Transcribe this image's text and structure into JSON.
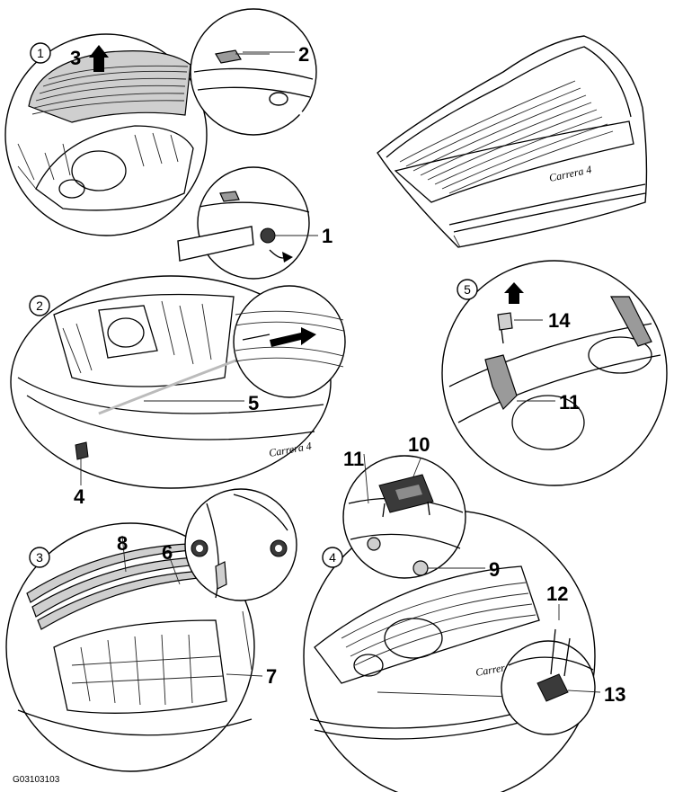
{
  "figure": {
    "reference_code": "G03103103",
    "step_markers": [
      "1",
      "2",
      "3",
      "4",
      "5"
    ],
    "callouts": [
      "1",
      "2",
      "3",
      "4",
      "5",
      "6",
      "7",
      "8",
      "9",
      "10",
      "11",
      "11",
      "12",
      "13",
      "14"
    ],
    "badge_text": "Carrera 4"
  }
}
